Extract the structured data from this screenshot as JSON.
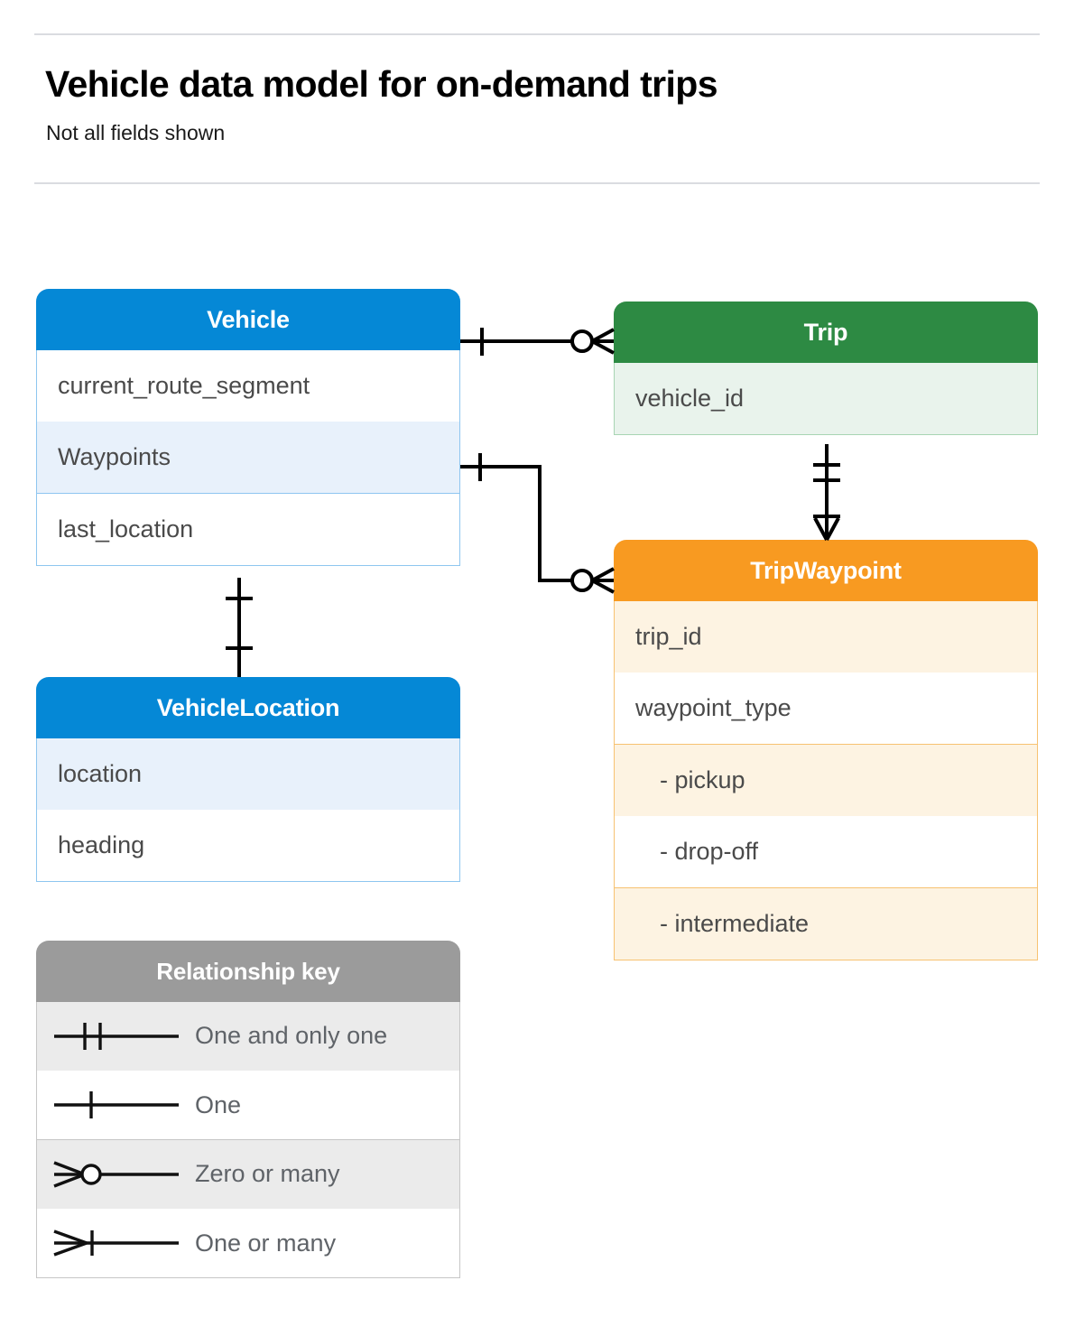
{
  "header": {
    "title": "Vehicle data model for on-demand trips",
    "subtitle": "Not all fields shown"
  },
  "colors": {
    "blue": "#0588d6",
    "green": "#2d8a43",
    "orange": "#f89a21",
    "grey": "#9b9b9b",
    "line": "#000000",
    "divider": "#dadce0"
  },
  "entities": [
    {
      "name": "Vehicle",
      "color": "#0588d6",
      "fields": [
        "current_route_segment",
        "Waypoints",
        "last_location"
      ]
    },
    {
      "name": "Trip",
      "color": "#2d8a43",
      "fields": [
        "vehicle_id"
      ]
    },
    {
      "name": "TripWaypoint",
      "color": "#f89a21",
      "fields": [
        "trip_id",
        "waypoint_type",
        "-  pickup",
        "-  drop-off",
        "-  intermediate"
      ]
    },
    {
      "name": "VehicleLocation",
      "color": "#0588d6",
      "fields": [
        "location",
        "heading"
      ]
    }
  ],
  "legend": {
    "title": "Relationship key",
    "rows": [
      {
        "symbol": "one-and-only-one-symbol",
        "label": "One and only one"
      },
      {
        "symbol": "one-symbol",
        "label": "One"
      },
      {
        "symbol": "zero-or-many-symbol",
        "label": "Zero or many"
      },
      {
        "symbol": "one-or-many-symbol",
        "label": "One or many"
      }
    ]
  },
  "relationships": [
    {
      "from": "Vehicle",
      "to": "Trip",
      "from_cardinality": "One",
      "to_cardinality": "Zero or many"
    },
    {
      "from": "Vehicle.Waypoints",
      "to": "TripWaypoint",
      "from_cardinality": "One",
      "to_cardinality": "Zero or many"
    },
    {
      "from": "Trip",
      "to": "TripWaypoint",
      "from_cardinality": "One and only one",
      "to_cardinality": "One or many"
    },
    {
      "from": "Vehicle",
      "to": "VehicleLocation",
      "from_cardinality": "One",
      "to_cardinality": "One"
    }
  ]
}
